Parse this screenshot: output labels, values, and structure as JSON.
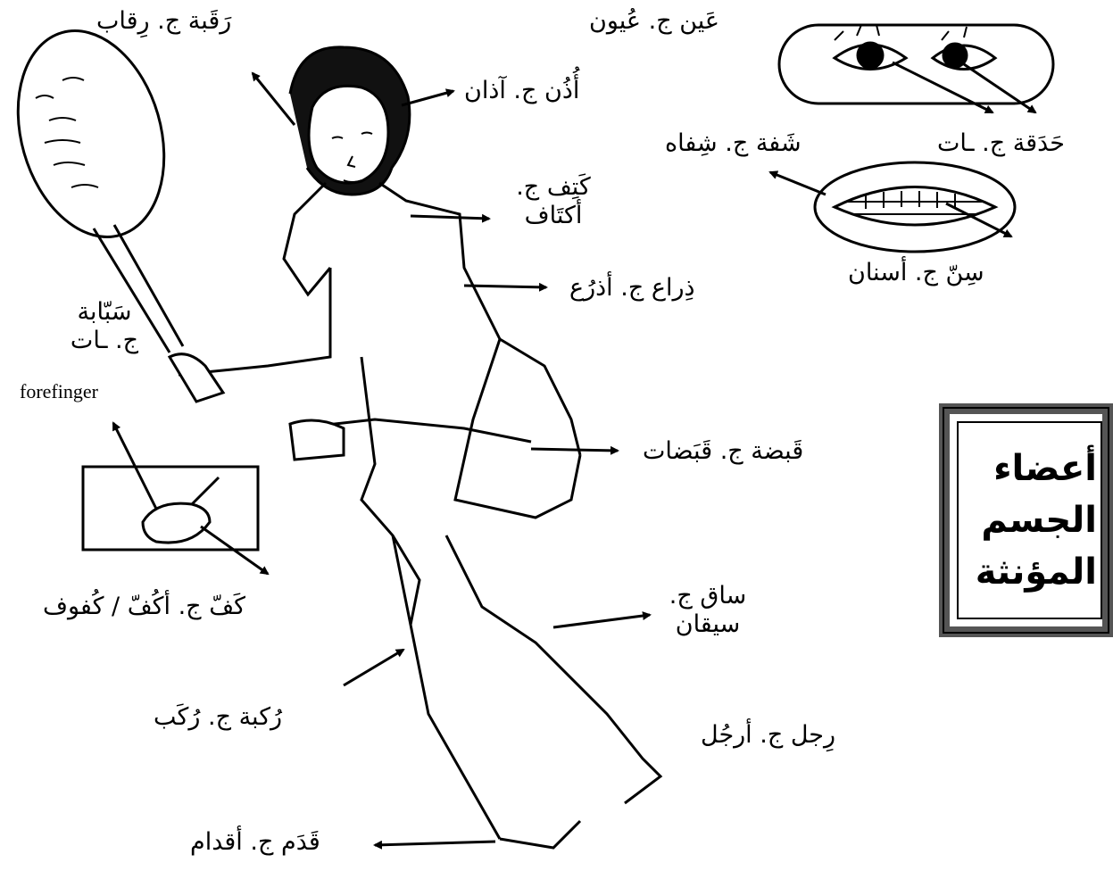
{
  "title": {
    "line1": "أعضاء",
    "line2": "الجسم",
    "line3": "المؤنثة"
  },
  "labels": {
    "neck": "رَقَبة ج. رِقاب",
    "eye": "عَين ج. عُيون",
    "ear": "أُذُن ج. آذان",
    "pupil": "حَدَقة ج. ـات",
    "lip": "شَفة ج. شِفاه",
    "shoulder_1": "كَتِف ج.",
    "shoulder_2": "أكتَاف",
    "tooth": "سِنّ ج. أسنان",
    "arm": "ذِراع ج. أذرُع",
    "forefinger_1": "سَبّابة",
    "forefinger_2": "ج. ـات",
    "forefinger_en": "forefinger",
    "fist": "قَبضة ج. قَبَضات",
    "palm": "كَفّ ج. أكُفّ / كُفوف",
    "leg_1": "ساق ج.",
    "leg_2": "سيقان",
    "knee": "رُكبة ج. رُكَب",
    "foot_leg": "رِجل ج. أرجُل",
    "foot": "قَدَم ج. أقدام"
  }
}
